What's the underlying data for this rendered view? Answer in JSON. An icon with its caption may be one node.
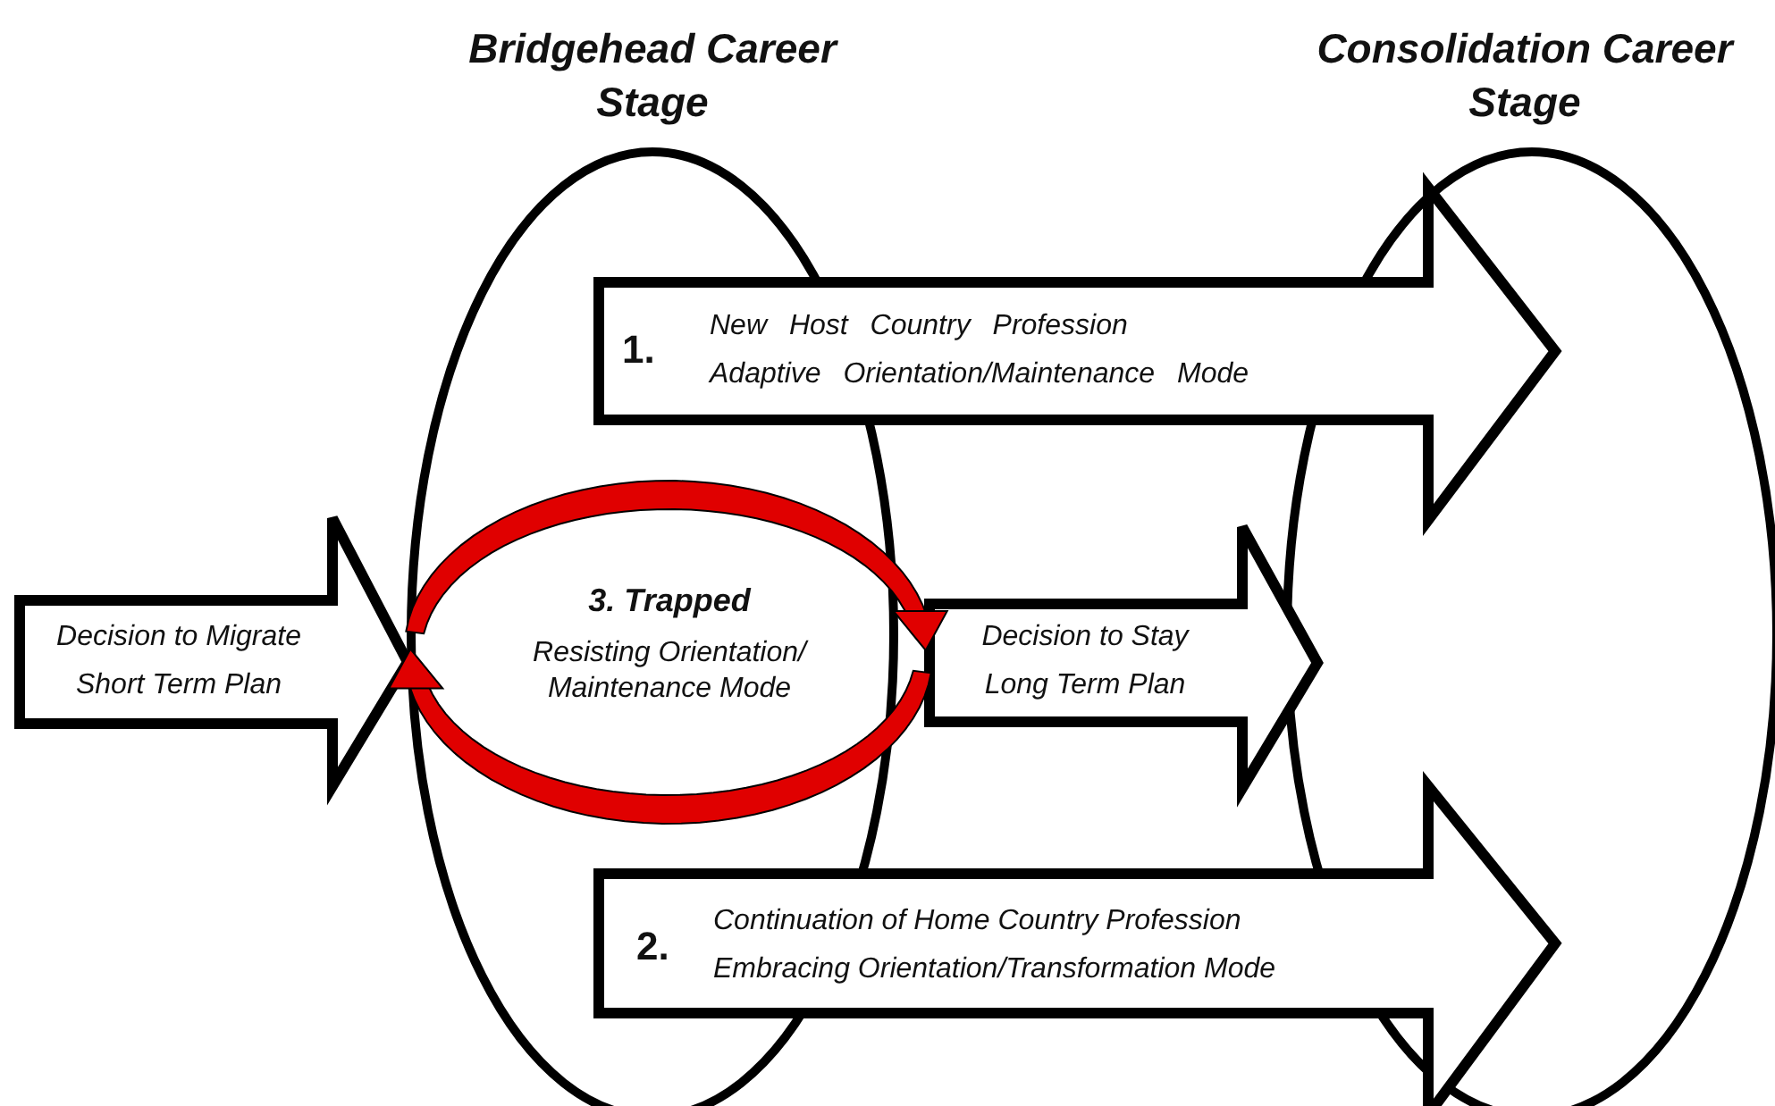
{
  "diagram": {
    "nodes": [
      {
        "text": [
          "Bridgehead Career Stage"
        ]
      },
      {
        "text": [
          "Consolidation Career Stage"
        ]
      },
      {
        "text": [
          "3. Trapped",
          "Resisting Orientation/ Maintenance Mode"
        ]
      }
    ],
    "edges": [
      {
        "from": null,
        "to": 2,
        "arrow": "to",
        "label": "Decision to Migrate Short Term Plan",
        "style": "thick"
      },
      {
        "from": 2,
        "to": 1,
        "arrow": "to",
        "label": "Decision to Stay Long Term Plan",
        "style": "thick"
      },
      {
        "from": 0,
        "to": 1,
        "arrow": "to",
        "label": "New Host Country Profession Adaptive Orientation/Maintenance Mode",
        "style": "thick"
      },
      {
        "from": 0,
        "to": 1,
        "arrow": "to",
        "label": "Continuation of Home Country Profession Embracing Orientation/Transformation Mode",
        "style": "thick"
      }
    ],
    "labels": [
      "1.",
      "2."
    ]
  }
}
